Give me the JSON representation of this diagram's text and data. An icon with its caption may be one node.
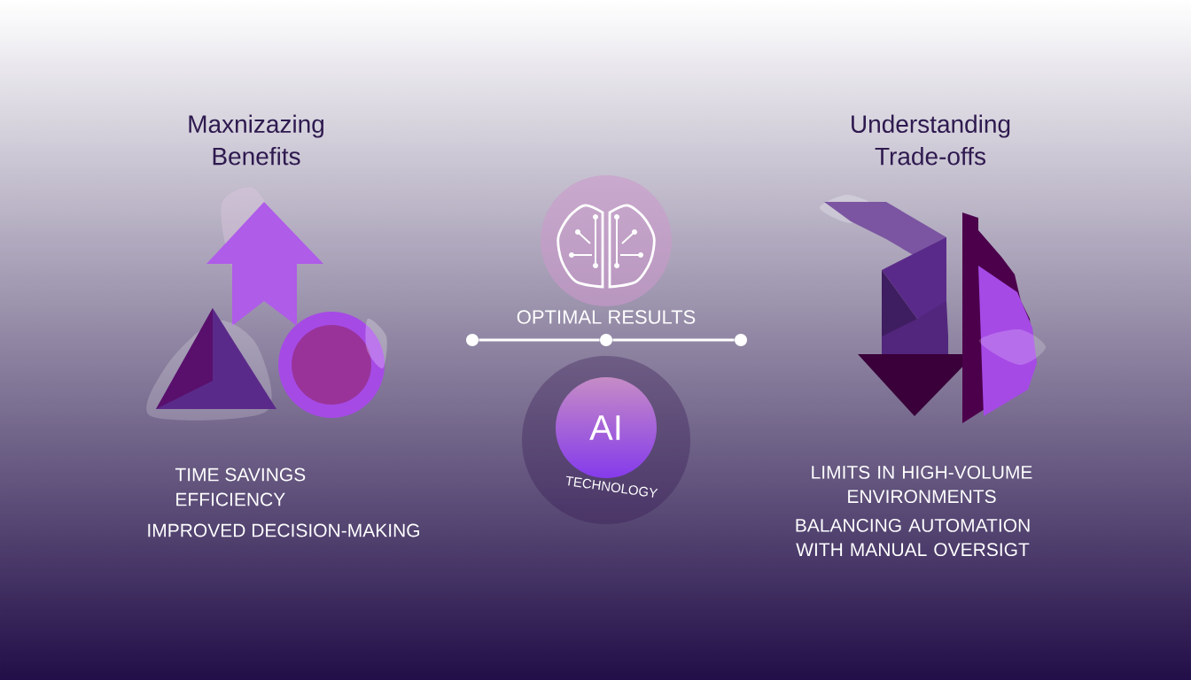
{
  "diagram": {
    "nodes": [
      {
        "text": [
          "TECHNOLOGY"
        ]
      },
      {
        "text": [
          "AI"
        ],
        "in": 0
      },
      {
        "text": [],
        "shape": "circle"
      },
      {
        "text": [],
        "shape": "circle"
      },
      {
        "text": [],
        "shape": "circle"
      }
    ],
    "edges": [
      {
        "from": 2,
        "to": 3,
        "arrow": "none"
      },
      {
        "from": 3,
        "to": 4,
        "arrow": "none"
      }
    ],
    "labels": [
      "Maxnizazing Benefits",
      "Understanding Trade-offs",
      "OPTIMAL RESULTS",
      "TIME SAVINGS",
      "EFFICIENCY",
      "IMPROVED DECISION-MAKING",
      "LIMITS IN HIGH-VOLUME ENVIRONMENTS",
      "BALANCING AUTOMATION WITH MANUAL OVERSIGT"
    ]
  }
}
